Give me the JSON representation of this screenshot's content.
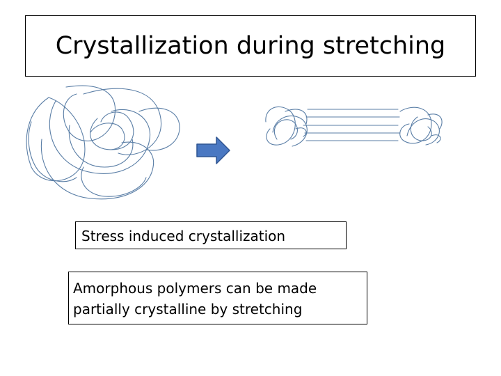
{
  "slide": {
    "title": "Crystallization during stretching",
    "label_box": "Stress induced crystallization",
    "description_lines": [
      "Amorphous polymers can be made",
      "partially crystalline by stretching"
    ]
  },
  "colors": {
    "chain_stroke": "#5a7ea6",
    "arrow_fill": "#4a78c2",
    "arrow_stroke": "#2f5592",
    "border": "#000000"
  }
}
